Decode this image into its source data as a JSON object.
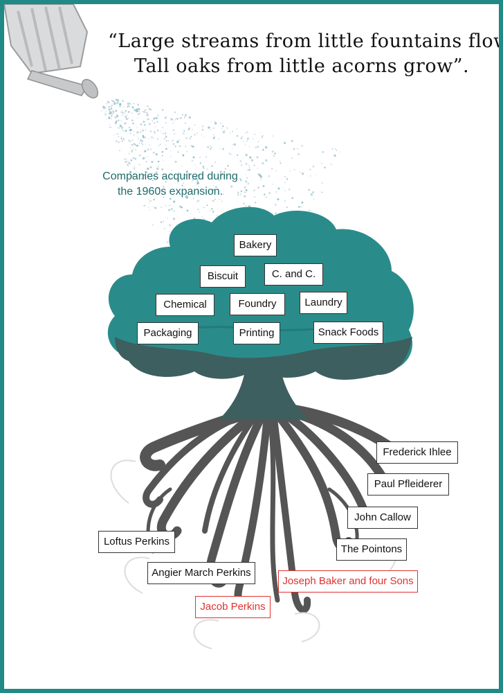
{
  "quote": {
    "line1": "“Large streams from little fountains flow.",
    "line2": "Tall oaks from little acorns grow”."
  },
  "caption": {
    "line1": "Companies acquired during",
    "line2": "the 1960s expansion."
  },
  "branches": [
    "Bakery",
    "Biscuit",
    "C. and C.",
    "Chemical",
    "Foundry",
    "Laundry",
    "Packaging",
    "Printing",
    "Snack Foods"
  ],
  "roots": [
    "Frederick Ihlee",
    "Paul Pfleiderer",
    "John Callow",
    "The Pointons",
    "Loftus Perkins",
    "Angier March Perkins",
    "Joseph Baker and four Sons",
    "Jacob Perkins"
  ],
  "colors": {
    "border": "#1f8a86",
    "canopy": "#2a8c8a",
    "roots": "#555555",
    "highlight": "#e0312d"
  }
}
